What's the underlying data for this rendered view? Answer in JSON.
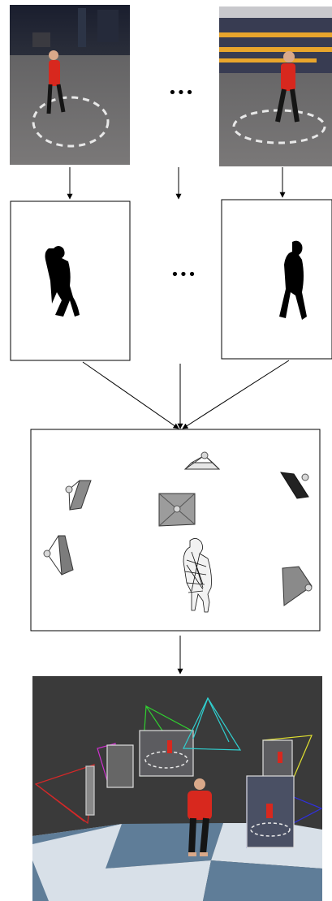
{
  "diagram": {
    "ellipsis_glyph": "•••",
    "colors": {
      "stroke": "#000000",
      "panel_bg": "#ffffff",
      "floor_dark": "#5f7d98",
      "floor_light": "#d8e0e8",
      "scene_bg": "#3a3a3a",
      "shirt": "#d8281e",
      "cam_red": "#d42828",
      "cam_magenta": "#d030d0",
      "cam_green": "#30d030",
      "cam_cyan": "#30d0d0",
      "cam_yellow": "#e0e030",
      "cam_blue": "#3030e0"
    },
    "stages": [
      "camera-photos",
      "silhouettes",
      "camera-calibration-and-mesh",
      "textured-3d-reconstruction"
    ]
  }
}
